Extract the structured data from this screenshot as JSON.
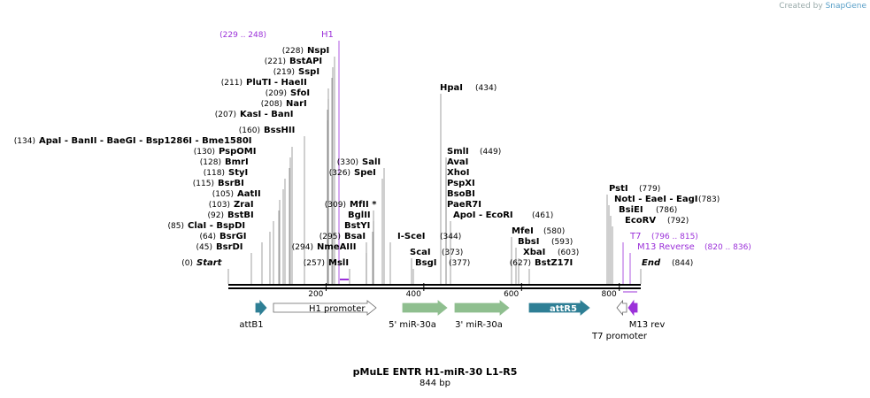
{
  "credit": {
    "prefix": "Created by",
    "brand": "SnapGene"
  },
  "title": "pMuLE ENTR H1-miR-30 L1-R5",
  "length": "844 bp",
  "axis": {
    "ticks": [
      200,
      400,
      600,
      800
    ]
  },
  "sites": [
    {
      "pos": "(0)",
      "name": "Start",
      "style": "italic"
    },
    {
      "pos": "(45)",
      "name": "BsrDI"
    },
    {
      "pos": "(64)",
      "name": "BsrGI"
    },
    {
      "pos": "(85)",
      "name": "ClaI - BspDI"
    },
    {
      "pos": "(92)",
      "name": "BstBI"
    },
    {
      "pos": "(103)",
      "name": "ZraI"
    },
    {
      "pos": "(105)",
      "name": "AatII"
    },
    {
      "pos": "(115)",
      "name": "BsrBI"
    },
    {
      "pos": "(118)",
      "name": "StyI"
    },
    {
      "pos": "(128)",
      "name": "BmrI"
    },
    {
      "pos": "(130)",
      "name": "PspOMI"
    },
    {
      "pos": "(134)",
      "name": "ApaI - BanII - BaeGI - Bsp1286I - Bme1580I"
    },
    {
      "pos": "(160)",
      "name": "BssHII"
    },
    {
      "pos": "(207)",
      "name": "KasI - BanI"
    },
    {
      "pos": "(208)",
      "name": "NarI"
    },
    {
      "pos": "(209)",
      "name": "SfoI"
    },
    {
      "pos": "(211)",
      "name": "PluTI - HaeII"
    },
    {
      "pos": "(219)",
      "name": "SspI"
    },
    {
      "pos": "(221)",
      "name": "BstAPI"
    },
    {
      "pos": "(228)",
      "name": "NspI"
    },
    {
      "pos": "(229 .. 248)",
      "name": "H1",
      "style": "feature"
    },
    {
      "pos": "(257)",
      "name": "MslI"
    },
    {
      "pos": "(294)",
      "name": "NmeAIII"
    },
    {
      "pos": "(295)",
      "name": "BsaI"
    },
    {
      "pos": "",
      "name": "BstYI"
    },
    {
      "pos": "",
      "name": "BglII"
    },
    {
      "pos": "(309)",
      "name": "MfII *"
    },
    {
      "pos": "(326)",
      "name": "SpeI"
    },
    {
      "pos": "(330)",
      "name": "SalI"
    },
    {
      "pos": "(344)",
      "name": "I-SceI"
    },
    {
      "pos": "(373)",
      "name": "ScaI"
    },
    {
      "pos": "(377)",
      "name": "BsgI"
    },
    {
      "pos": "(434)",
      "name": "HpaI"
    },
    {
      "pos": "(449)",
      "name": "SmlI"
    },
    {
      "pos": "",
      "name": "AvaI"
    },
    {
      "pos": "",
      "name": "XhoI"
    },
    {
      "pos": "",
      "name": "PspXI"
    },
    {
      "pos": "",
      "name": "BsoBI"
    },
    {
      "pos": "",
      "name": "PaeR7I"
    },
    {
      "pos": "(461)",
      "name": "ApoI - EcoRI"
    },
    {
      "pos": "(580)",
      "name": "MfeI"
    },
    {
      "pos": "(593)",
      "name": "BbsI"
    },
    {
      "pos": "(603)",
      "name": "XbaI"
    },
    {
      "pos": "(627)",
      "name": "BstZ17I"
    },
    {
      "pos": "(779)",
      "name": "PstI"
    },
    {
      "pos": "(783)",
      "name": "NotI - EaeI - EagI"
    },
    {
      "pos": "(786)",
      "name": "BsiEI"
    },
    {
      "pos": "(792)",
      "name": "EcoRV"
    },
    {
      "pos": "(796 .. 815)",
      "name": "T7",
      "style": "feature"
    },
    {
      "pos": "(820 .. 836)",
      "name": "M13 Reverse",
      "style": "feature"
    },
    {
      "pos": "(844)",
      "name": "End",
      "style": "italic"
    }
  ],
  "features": [
    {
      "name": "attB1",
      "color": "#2e7f95"
    },
    {
      "name": "H1 promoter",
      "color": "#ffffff"
    },
    {
      "name": "5' miR-30a",
      "color": "#8fbf8f"
    },
    {
      "name": "3' miR-30a",
      "color": "#8fbf8f"
    },
    {
      "name": "attR5",
      "color": "#2e7f95"
    },
    {
      "name": "T7 promoter",
      "color": "#ffffff"
    },
    {
      "name": "M13 rev",
      "color": "#9b30d9"
    }
  ]
}
